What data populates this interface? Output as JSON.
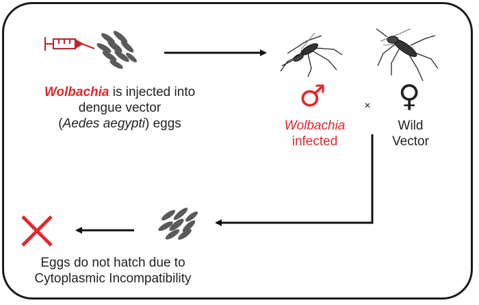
{
  "step1": {
    "wolbachia": "Wolbachia",
    "is_injected_into": " is injected into",
    "line2": "dengue vector",
    "line3_open": "(",
    "species": "Aedes aegypti",
    "line3_close": ") eggs"
  },
  "male": {
    "symbol": "♂",
    "line1": "Wolbachia",
    "line2": "infected"
  },
  "cross_symbol": "×",
  "female": {
    "symbol": "♀",
    "line1": "Wild",
    "line2": "Vector"
  },
  "outcome": {
    "line1": "Eggs do not hatch due to",
    "line2": "Cytoplasmic Incompatibility"
  },
  "colors": {
    "accent_red": "#e0282e",
    "egg_gray": "#5a5a5a",
    "frame": "#1a1a1a"
  },
  "icons": [
    "syringe-icon",
    "egg-cluster-icon",
    "mosquito-icon",
    "male-symbol",
    "female-symbol",
    "cross-x-icon"
  ]
}
